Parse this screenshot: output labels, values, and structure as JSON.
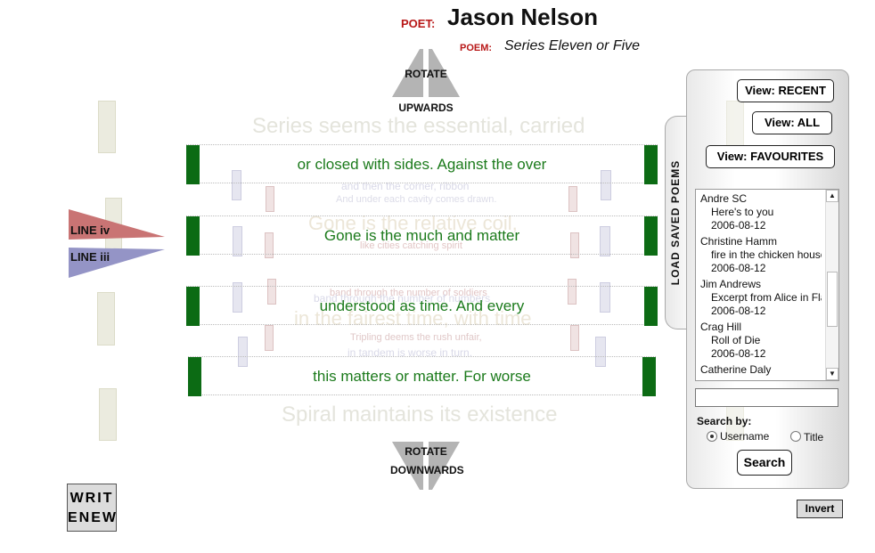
{
  "header": {
    "poet_label": "POET:",
    "poet_name": "Jason Nelson",
    "poem_label": "POEM:",
    "poem_name": "Series Eleven or Five"
  },
  "controls": {
    "rotate_up": [
      "ROTATE",
      "UPWARDS"
    ],
    "rotate_down": [
      "ROTATE",
      "DOWNWARDS"
    ],
    "line_markers": [
      "LINE iv",
      "LINE iii"
    ],
    "write_anew": [
      "WRIT",
      "ENEW"
    ],
    "invert": "Invert"
  },
  "ghost_text": {
    "top": "Series seems the essential, carried",
    "small_1": "and then the corner, ribbon",
    "small_2": "And under each cavity comes drawn.",
    "mid": "Gone is the relative coil,",
    "small_3": "like cities catching spirit",
    "small_4": "band through the number of soldiers",
    "small_5": "band through the number of numbers",
    "lower": "in the fairest time, with time",
    "small_6": "Tripling deems the rush unfair,",
    "small_7": "in tandem is worse in turn.",
    "bottom": "Spiral maintains its existence"
  },
  "poem_lines": [
    "or closed with sides. Against the over",
    "Gone is the much and matter",
    "understood as time. And every",
    "this matters or matter. For worse"
  ],
  "panel": {
    "tab_label": "LOAD SAVED POEMS",
    "view_recent": "View: RECENT",
    "view_all": "View:  ALL",
    "view_favourites": "View:  FAVOURITES",
    "poems": [
      {
        "user": "Andre SC",
        "title": "Here's to you",
        "date": "2006-08-12"
      },
      {
        "user": "Christine Hamm",
        "title": "fire in the chicken house",
        "date": "2006-08-12"
      },
      {
        "user": "Jim Andrews",
        "title": "Excerpt from Alice in Flatland",
        "date": "2006-08-12"
      },
      {
        "user": "Crag Hill",
        "title": "Roll of Die",
        "date": "2006-08-12"
      },
      {
        "user": "Catherine Daly",
        "title": "",
        "date": ""
      }
    ],
    "scroll_up": "▲",
    "scroll_down": "▼",
    "search_value": "",
    "search_by_label": "Search by:",
    "option_username": "Username",
    "option_title": "Title",
    "search_button": "Search"
  },
  "colors": {
    "green_bar": "#0c6b14",
    "poem_text": "#1b7a1b",
    "label_red": "#b81818",
    "marker_red": "#c97474",
    "marker_blue": "#9494c6"
  }
}
